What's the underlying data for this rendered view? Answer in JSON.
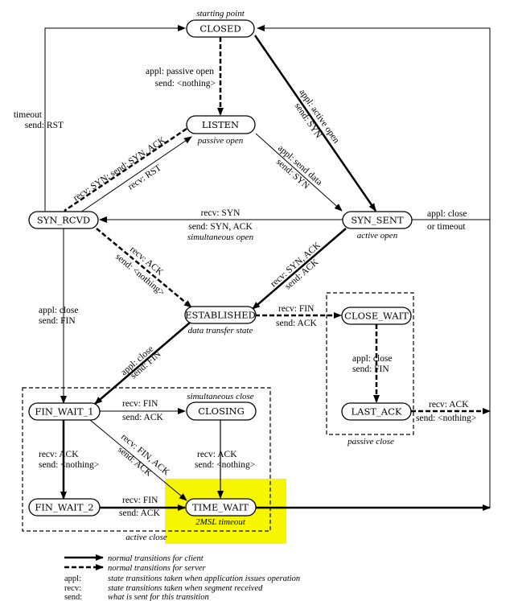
{
  "colors": {
    "highlight": "#f6f600",
    "line": "#000000",
    "background": "#ffffff"
  },
  "states": {
    "closed": "CLOSED",
    "listen": "LISTEN",
    "syn_rcvd": "SYN_RCVD",
    "syn_sent": "SYN_SENT",
    "established": "ESTABLISHED",
    "close_wait": "CLOSE_WAIT",
    "last_ack": "LAST_ACK",
    "fin_wait_1": "FIN_WAIT_1",
    "closing": "CLOSING",
    "fin_wait_2": "FIN_WAIT_2",
    "time_wait": "TIME_WAIT"
  },
  "notes": {
    "starting_point": "starting point",
    "passive_open": "passive open",
    "simultaneous_open": "simultaneous open",
    "active_open": "active open",
    "data_transfer_state": "data transfer state",
    "simultaneous_close": "simultaneous close",
    "passive_close": "passive close",
    "active_close": "active close",
    "msl_timeout": "2MSL timeout"
  },
  "transitions": {
    "passive_open_1": "appl: passive open",
    "passive_open_2": "send: <nothing>",
    "timeout_1": "timeout",
    "timeout_2": "send: RST",
    "active_open_1": "appl: active open",
    "active_open_2": "send: SYN",
    "recv_syn_send_synack": "recv: SYN; send: SYN, ACK",
    "recv_rst": "recv: RST",
    "send_data_1": "appl: send data",
    "send_data_2": "send: SYN",
    "simul_1": "recv: SYN",
    "simul_2": "send: SYN, ACK",
    "close_timeout_1": "appl: close",
    "close_timeout_2": "or timeout",
    "rcvd_ack_1": "recv: ACK",
    "rcvd_ack_2": "send: <nothing>",
    "sent_synack_1": "recv: SYN, ACK",
    "sent_synack_2": "send: ACK",
    "rcvd_close_1": "appl: close",
    "rcvd_close_2": "send: FIN",
    "est_fin_1": "recv: FIN",
    "est_fin_2": "send: ACK",
    "est_close_1": "appl: close",
    "est_close_2": "send: FIN",
    "cw_close_1": "appl: close",
    "cw_close_2": "send: FIN",
    "la_ack_1": "recv: ACK",
    "la_ack_2": "send: <nothing>",
    "fw1_fin_1": "recv: FIN",
    "fw1_fin_2": "send: ACK",
    "fw1_ack_1": "recv: ACK",
    "fw1_ack_2": "send: <nothing>",
    "fw1_finack_1": "recv: FIN, ACK",
    "fw1_finack_2": "send: ACK",
    "closing_ack_1": "recv: ACK",
    "closing_ack_2": "send: <nothing>",
    "fw2_fin_1": "recv: FIN",
    "fw2_fin_2": "send: ACK"
  },
  "legend": {
    "client": "normal transitions for client",
    "server": "normal transitions for server",
    "appl_key": "appl:",
    "appl_desc": "state transitions taken when application issues operation",
    "recv_key": "recv:",
    "recv_desc": "state transitions taken when segment received",
    "send_key": "send:",
    "send_desc": "what is sent for this transition"
  }
}
